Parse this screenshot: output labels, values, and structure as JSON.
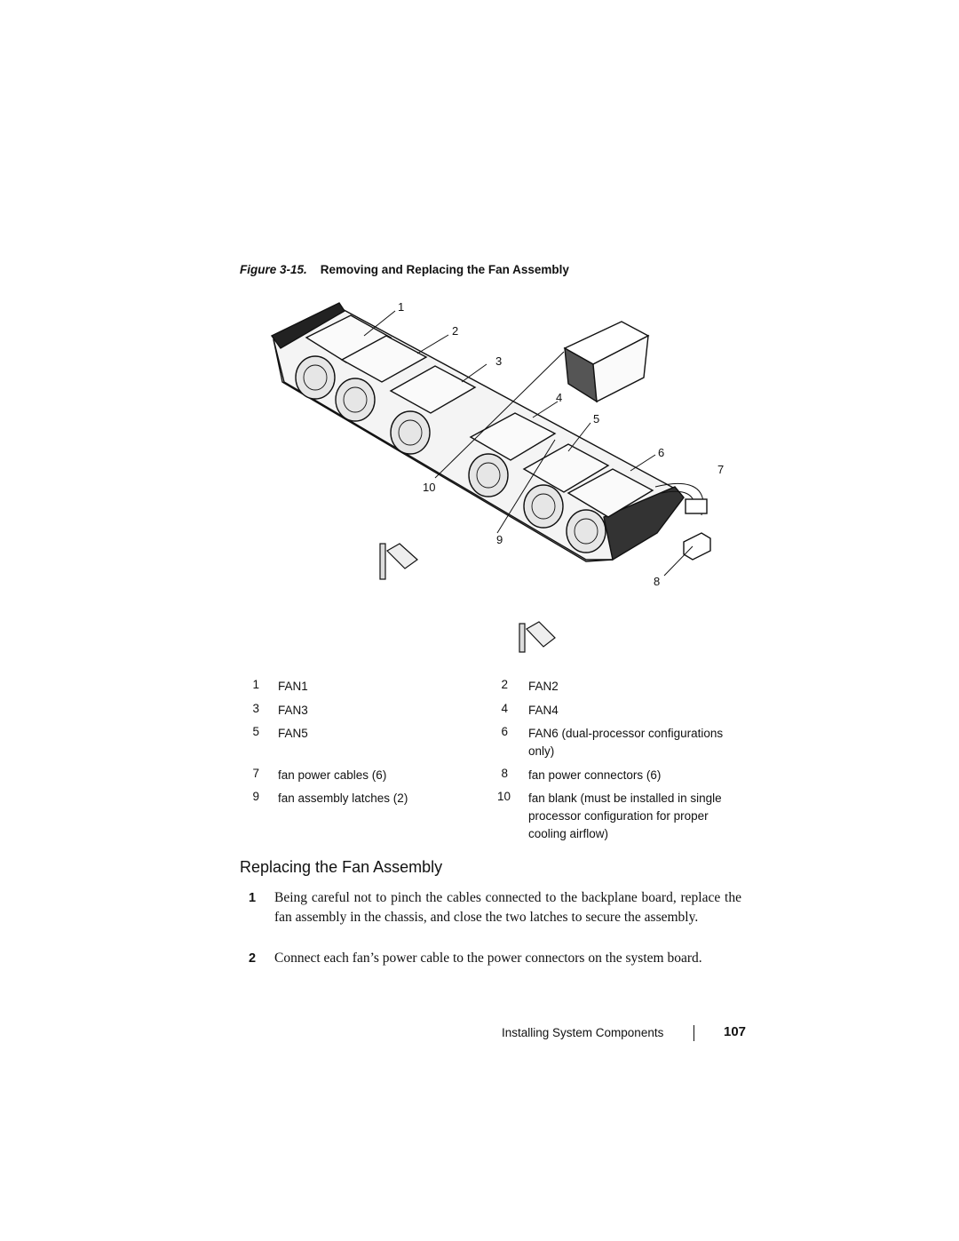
{
  "figure": {
    "caption_prefix": "Figure 3-15.",
    "caption_title": "Removing and Replacing the Fan Assembly",
    "callouts": [
      "1",
      "2",
      "3",
      "4",
      "5",
      "6",
      "7",
      "8",
      "9",
      "10"
    ]
  },
  "legend": [
    {
      "num": "1",
      "text": "FAN1"
    },
    {
      "num": "2",
      "text": "FAN2"
    },
    {
      "num": "3",
      "text": "FAN3"
    },
    {
      "num": "4",
      "text": "FAN4"
    },
    {
      "num": "5",
      "text": "FAN5"
    },
    {
      "num": "6",
      "text": "FAN6 (dual-processor configurations only)"
    },
    {
      "num": "7",
      "text": "fan power cables (6)"
    },
    {
      "num": "8",
      "text": "fan power connectors (6)"
    },
    {
      "num": "9",
      "text": "fan assembly latches (2)"
    },
    {
      "num": "10",
      "text": "fan blank (must be installed in single processor configuration for proper cooling airflow)"
    }
  ],
  "section": {
    "title": "Replacing the Fan Assembly",
    "steps": [
      {
        "num": "1",
        "text": "Being careful not to pinch the cables connected to the backplane board, replace the fan assembly in the chassis, and close the two latches to secure the assembly."
      },
      {
        "num": "2",
        "text": "Connect each fan’s power cable to the power connectors on the system board."
      }
    ]
  },
  "footer": {
    "section_name": "Installing System Components",
    "page_number": "107"
  }
}
